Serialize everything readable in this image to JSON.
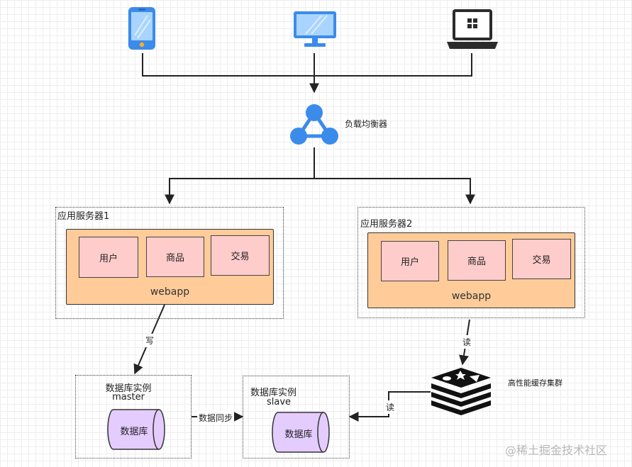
{
  "clients": [
    {
      "icon": "smartphone-icon"
    },
    {
      "icon": "desktop-monitor-icon"
    },
    {
      "icon": "laptop-icon"
    }
  ],
  "load_balancer": {
    "label": "负载均衡器",
    "icon": "load-balancer-icon"
  },
  "app_servers": [
    {
      "title": "应用服务器1",
      "webapp_label": "webapp",
      "modules": [
        "用户",
        "商品",
        "交易"
      ]
    },
    {
      "title": "应用服务器2",
      "webapp_label": "webapp",
      "modules": [
        "用户",
        "商品",
        "交易"
      ]
    }
  ],
  "edges": {
    "write_label": "写",
    "read_label_1": "读",
    "read_label_2": "读",
    "sync_label": "数据同步"
  },
  "databases": {
    "master": {
      "title": "数据库实例",
      "role": "master",
      "db_label": "数据库"
    },
    "slave": {
      "title": "数据库实例",
      "role": "slave",
      "db_label": "数据库"
    }
  },
  "cache": {
    "label": "高性能缓存集群",
    "icon": "redis-stack-icon"
  },
  "watermark": "@稀土掘金技术社区",
  "colors": {
    "blue_icon": "#3b8beb",
    "webapp_fill": "#ffcc99",
    "module_fill": "#ffcccc",
    "database_fill": "#e5ccff",
    "redis_black": "#111111"
  }
}
